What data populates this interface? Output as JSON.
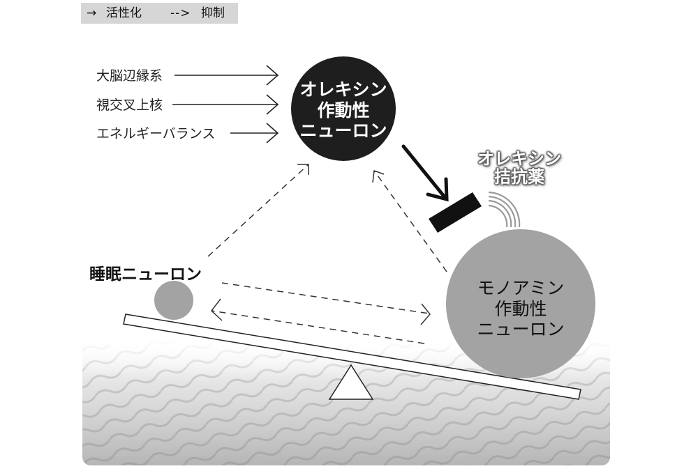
{
  "legend": {
    "activation_arrow": "→",
    "activation_label": "活性化",
    "inhibition_arrow": "-->",
    "inhibition_label": "抑制"
  },
  "inputs": [
    {
      "label": "大脳辺縁系"
    },
    {
      "label": "視交叉上核"
    },
    {
      "label": "エネルギーバランス"
    }
  ],
  "nodes": {
    "orexin": {
      "line1": "オレキシン",
      "line2": "作動性",
      "line3": "ニューロン",
      "fill": "#1e1e1e",
      "text_color": "#ffffff"
    },
    "monoamine": {
      "line1": "モノアミン",
      "line2": "作動性",
      "line3": "ニューロン",
      "fill": "#a3a3a3",
      "text_color": "#111111"
    },
    "sleep": {
      "label": "睡眠ニューロン",
      "fill": "#a3a3a3"
    }
  },
  "drug": {
    "line1": "オレキシン",
    "line2": "拮抗薬",
    "block_color": "#111111"
  },
  "colors": {
    "legend_bg": "#d6d6d6",
    "line": "#333333",
    "ground": "#e8e8e8"
  }
}
